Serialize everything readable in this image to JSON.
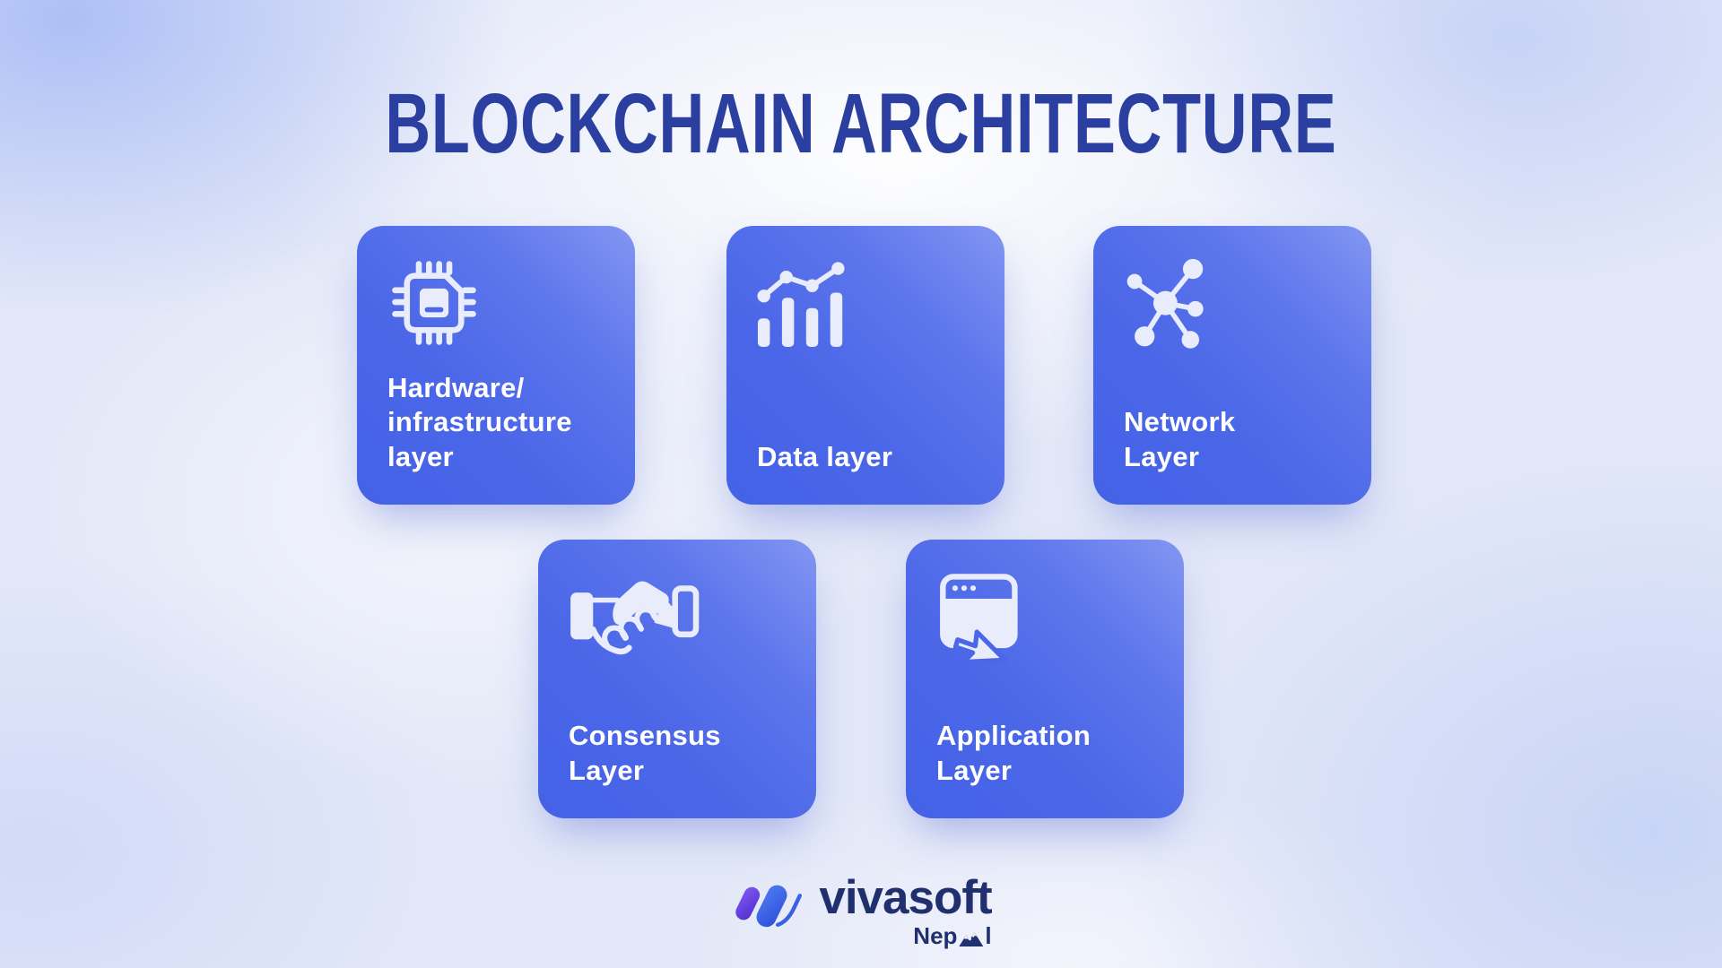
{
  "title": "BLOCKCHAIN ARCHITECTURE",
  "cards": [
    {
      "label": "Hardware/\ninfrastructure\nlayer",
      "icon": "cpu-chip-icon"
    },
    {
      "label": "Data layer",
      "icon": "bar-chart-icon"
    },
    {
      "label": "Network\nLayer",
      "icon": "network-nodes-icon"
    },
    {
      "label": "Consensus\nLayer",
      "icon": "handshake-icon"
    },
    {
      "label": "Application\nLayer",
      "icon": "browser-cursor-icon"
    }
  ],
  "footer": {
    "brand": "vivasoft",
    "region": "Nepal"
  },
  "colors": {
    "card_blue": "#4b67e8",
    "card_blue_light": "#8396f2",
    "title_blue": "#2b3fa0",
    "logo_navy": "#20306e",
    "logo_purple": "#6a48e8",
    "logo_blue": "#3a60e4",
    "icon_white": "#e8ecfb",
    "background": "#e3e8f8"
  }
}
